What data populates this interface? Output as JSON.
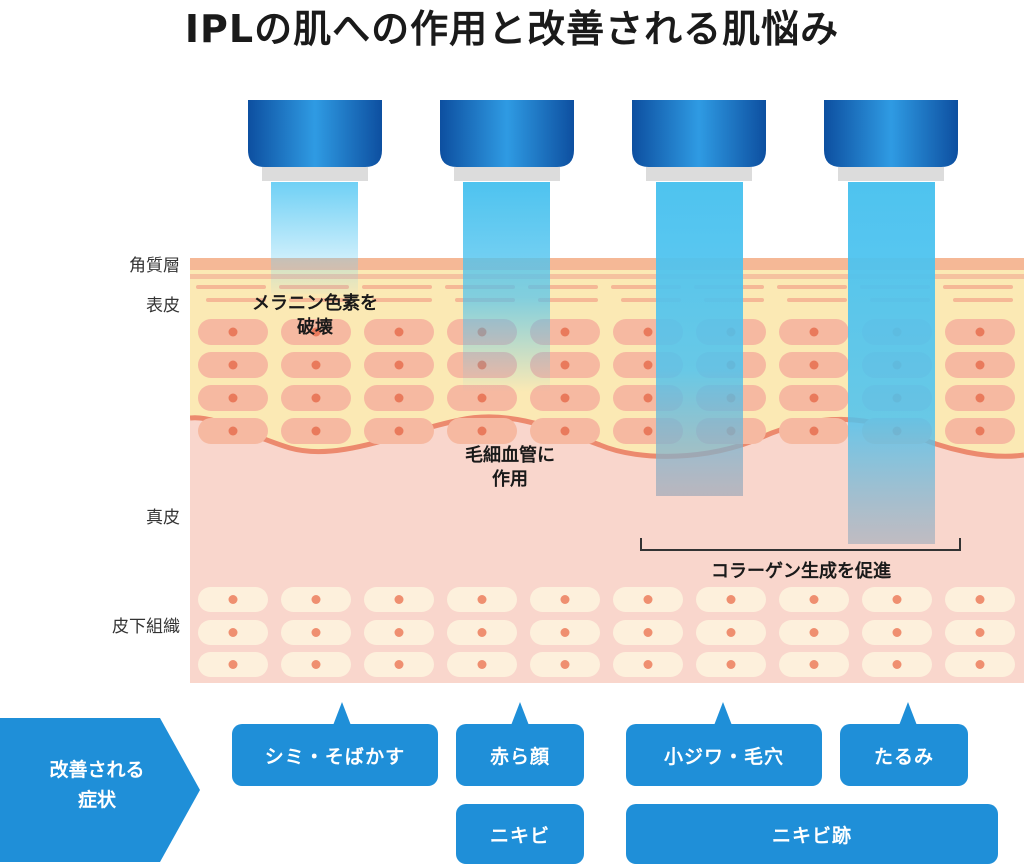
{
  "title": "IPLの肌への作用と改善される肌悩み",
  "layers": {
    "stratum_corneum": "角質層",
    "epidermis": "表皮",
    "dermis": "真皮",
    "subcutaneous": "皮下組織"
  },
  "effects": {
    "melanin_line1": "メラニン色素を",
    "melanin_line2": "破壊",
    "capillary_line1": "毛細血管に",
    "capillary_line2": "作用",
    "collagen": "コラーゲン生成を促進"
  },
  "improve": {
    "line1": "改善される",
    "line2": "症状"
  },
  "symptoms": {
    "spots": "シミ・そばかす",
    "redness": "赤ら顔",
    "wrinkles_pores": "小ジワ・毛穴",
    "sagging": "たるみ",
    "acne": "ニキビ",
    "acne_scars": "ニキビ跡"
  },
  "colors": {
    "device_blue": "#1560b8",
    "light_beam": "#4ec3ef",
    "symptom_blue": "#1f8fd8",
    "epidermis": "#fbe9b4",
    "dermis": "#f9d6cc",
    "cell": "#f6b9a1"
  }
}
